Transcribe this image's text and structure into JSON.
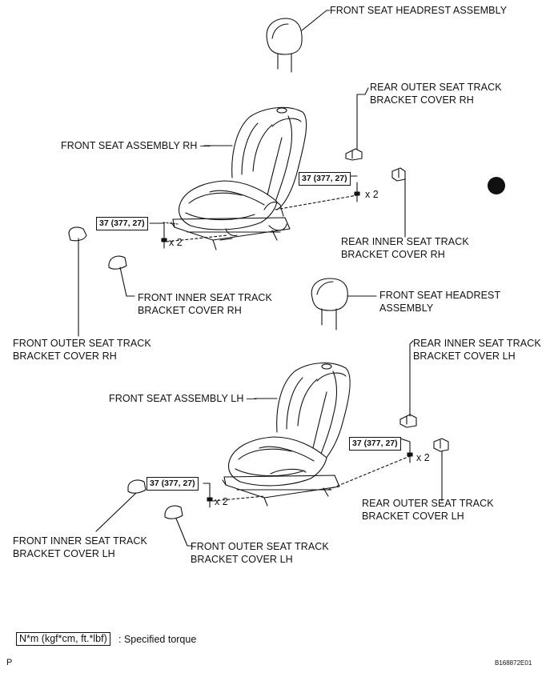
{
  "labels": {
    "headrest_rh": "FRONT SEAT HEADREST ASSEMBLY",
    "rear_outer_rh_1": "REAR OUTER SEAT TRACK",
    "rear_outer_rh_2": "BRACKET COVER RH",
    "seat_rh": "FRONT SEAT ASSEMBLY RH —",
    "rear_inner_rh_1": "REAR INNER SEAT TRACK",
    "rear_inner_rh_2": "BRACKET COVER RH",
    "front_inner_rh_1": "FRONT INNER SEAT TRACK",
    "front_inner_rh_2": "BRACKET COVER RH",
    "front_outer_rh_1": "FRONT OUTER SEAT TRACK",
    "front_outer_rh_2": "BRACKET COVER RH",
    "headrest_lh_1": "FRONT SEAT HEADREST",
    "headrest_lh_2": "ASSEMBLY",
    "rear_inner_lh_1": "REAR INNER SEAT TRACK",
    "rear_inner_lh_2": "BRACKET COVER LH",
    "seat_lh": "FRONT SEAT ASSEMBLY LH —",
    "rear_outer_lh_1": "REAR OUTER SEAT TRACK",
    "rear_outer_lh_2": "BRACKET COVER LH",
    "front_inner_lh_1": "FRONT INNER SEAT TRACK",
    "front_inner_lh_2": "BRACKET COVER LH",
    "front_outer_lh_1": "FRONT OUTER SEAT TRACK",
    "front_outer_lh_2": "BRACKET COVER LH"
  },
  "torque": {
    "value": "37 (377, 27)",
    "qty": "x 2"
  },
  "legend": {
    "unit_box": "N*m (kgf*cm, ft.*lbf)",
    "description": ": Specified torque"
  },
  "footer": {
    "page_letter": "P",
    "figure_code": "B168872E01"
  }
}
